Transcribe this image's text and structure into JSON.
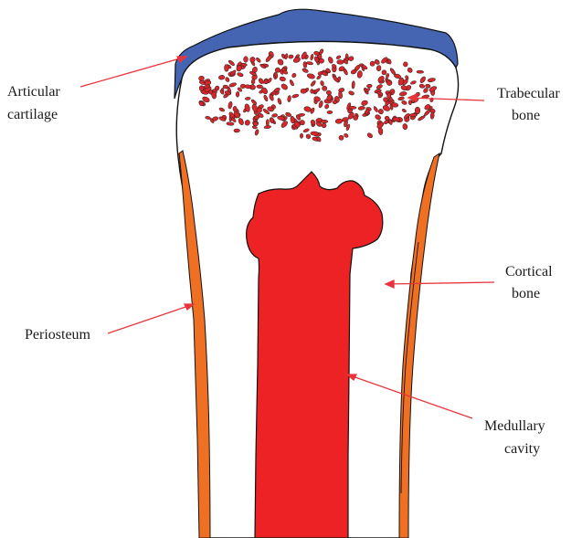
{
  "labels": {
    "articular_line1": "Articular",
    "articular_line2": "cartilage",
    "trabecular_line1": "Trabecular",
    "trabecular_line2": "bone",
    "cortical_line1": "Cortical",
    "cortical_line2": "bone",
    "periosteum": "Periosteum",
    "medullary_line1": "Medullary",
    "medullary_line2": "cavity"
  },
  "colors": {
    "cartilage": "#4565b3",
    "periosteum": "#f07023",
    "medullary": "#ed2224",
    "trabecular": "#d9262a",
    "leader": "#e8343a",
    "outline": "#111111"
  }
}
